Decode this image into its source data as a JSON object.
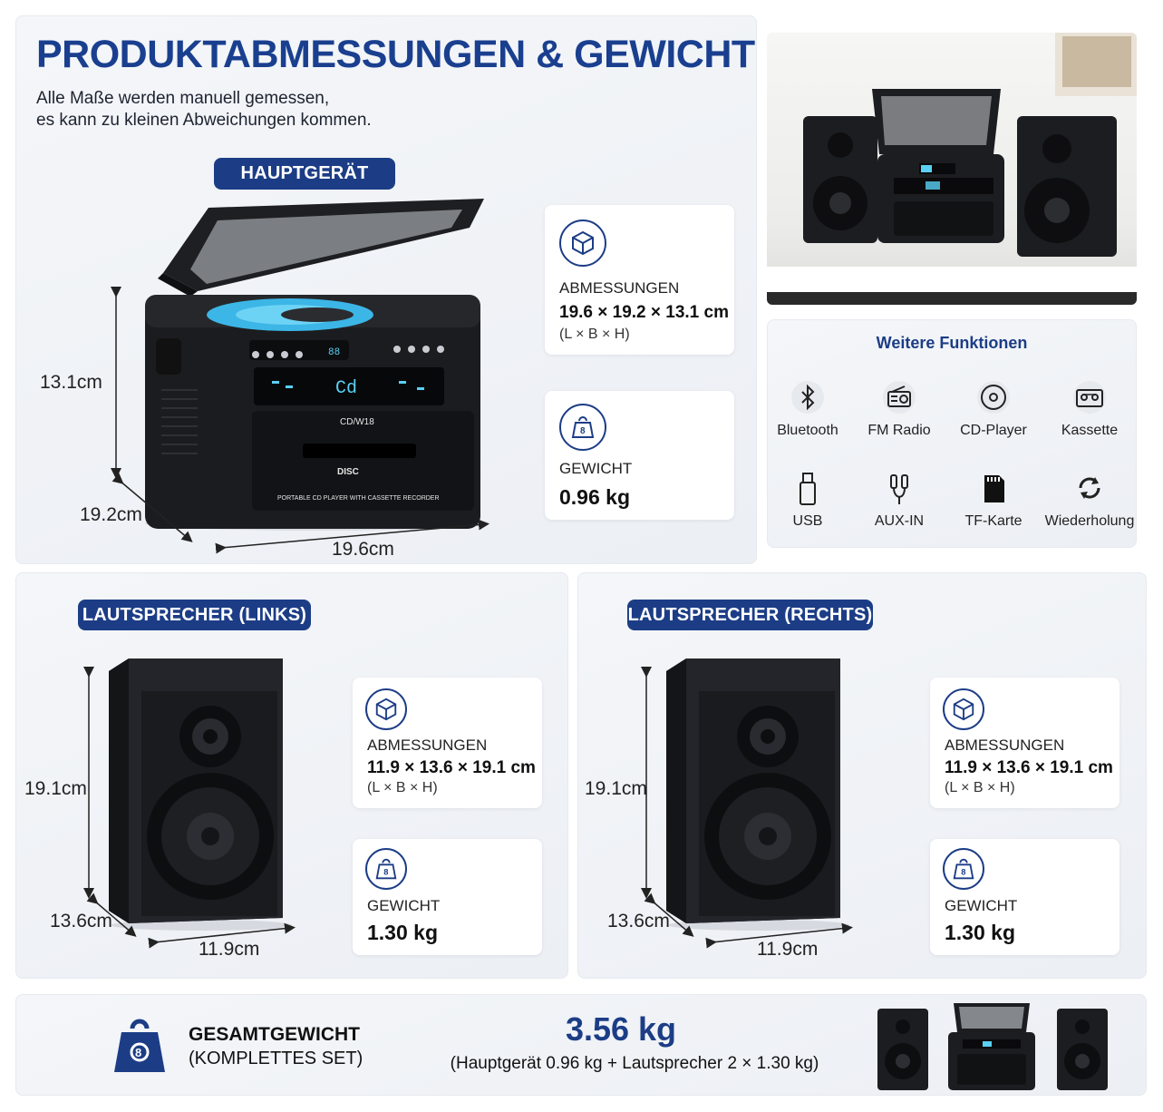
{
  "header": {
    "title": "PRODUKTABMESSUNGEN & GEWICHT",
    "subtitle_line1": "Alle Maße werden manuell gemessen,",
    "subtitle_line2": "es kann zu kleinen Abweichungen kommen."
  },
  "main_unit": {
    "badge": "HAUPTGERÄT",
    "height_label": "13.1cm",
    "depth_label": "19.2cm",
    "width_label": "19.6cm",
    "display_text": "Cd",
    "brand_label": "CD/W18",
    "front_label": "PORTABLE CD PLAYER WITH CASSETTE RECORDER",
    "disc_logo": "DISC",
    "dimensions": {
      "label": "ABMESSUNGEN",
      "value": "19.6 × 19.2 × 13.1 cm",
      "unit_hint": "(L × B × H)"
    },
    "weight": {
      "label": "GEWICHT",
      "value": "0.96 kg"
    }
  },
  "features": {
    "title": "Weitere Funktionen",
    "items": [
      {
        "label": "Bluetooth",
        "icon": "bluetooth-icon"
      },
      {
        "label": "FM Radio",
        "icon": "radio-icon"
      },
      {
        "label": "CD-Player",
        "icon": "cd-icon"
      },
      {
        "label": "Kassette",
        "icon": "cassette-icon"
      },
      {
        "label": "USB",
        "icon": "usb-icon"
      },
      {
        "label": "AUX-IN",
        "icon": "aux-cable-icon"
      },
      {
        "label": "TF-Karte",
        "icon": "sd-card-icon"
      },
      {
        "label": "Wiederholung",
        "icon": "repeat-icon"
      }
    ]
  },
  "speaker_left": {
    "badge": "LAUTSPRECHER (LINKS)",
    "height_label": "19.1cm",
    "depth_label": "13.6cm",
    "width_label": "11.9cm",
    "dimensions": {
      "label": "ABMESSUNGEN",
      "value": "11.9 × 13.6 × 19.1 cm",
      "unit_hint": "(L × B × H)"
    },
    "weight": {
      "label": "GEWICHT",
      "value": "1.30 kg"
    }
  },
  "speaker_right": {
    "badge": "LAUTSPRECHER (RECHTS)",
    "height_label": "19.1cm",
    "depth_label": "13.6cm",
    "width_label": "11.9cm",
    "dimensions": {
      "label": "ABMESSUNGEN",
      "value": "11.9 × 13.6 × 19.1 cm",
      "unit_hint": "(L × B × H)"
    },
    "weight": {
      "label": "GEWICHT",
      "value": "1.30 kg"
    }
  },
  "total": {
    "title": "GESAMTGEWICHT",
    "subtitle": "(KOMPLETTES SET)",
    "value": "3.56 kg",
    "breakdown": "(Hauptgerät 0.96 kg + Lautsprecher 2 × 1.30 kg)"
  },
  "colors": {
    "accent": "#1c3d86",
    "title": "#1a3f8f",
    "panel": "#eef1f5",
    "screen": "#5ad0f5"
  }
}
